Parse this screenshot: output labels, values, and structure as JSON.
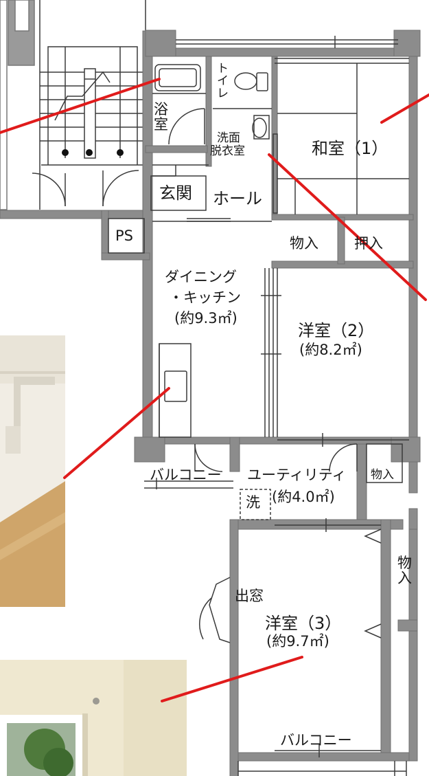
{
  "colors": {
    "wall": "#8c8c8c",
    "line": "#3a3a3a",
    "tatami_line": "#555555",
    "pointer": "#e01b1b",
    "photo_wall": "#f3efe6",
    "photo_floor": "#c9a46a"
  },
  "rooms": {
    "bath": [
      "浴",
      "室"
    ],
    "toilet": [
      "ト",
      "イ",
      "レ"
    ],
    "washroom_line1": "洗面",
    "washroom_line2": "脱衣室",
    "washitsu": "和室（1）",
    "genkan": "玄関",
    "hall": "ホール",
    "ps": "PS",
    "storage_top": "物入",
    "oshiire": "押入",
    "dining_line1": "ダイニング",
    "dining_line2": "・キッチン",
    "dining_area": "(約9.3㎡)",
    "yoshitsu2": "洋室（2）",
    "yoshitsu2_area": "(約8.2㎡)",
    "balcony_mid": "バルコニー",
    "utility": "ユーティリティ",
    "utility_area": "(約4.0㎡)",
    "washer": "洗",
    "storage_utility": "物入",
    "storage_right": [
      "物",
      "入"
    ],
    "demado": "出窓",
    "yoshitsu3": "洋室（3）",
    "yoshitsu3_area": "(約9.7㎡)",
    "balcony_bottom": "バルコニー"
  }
}
